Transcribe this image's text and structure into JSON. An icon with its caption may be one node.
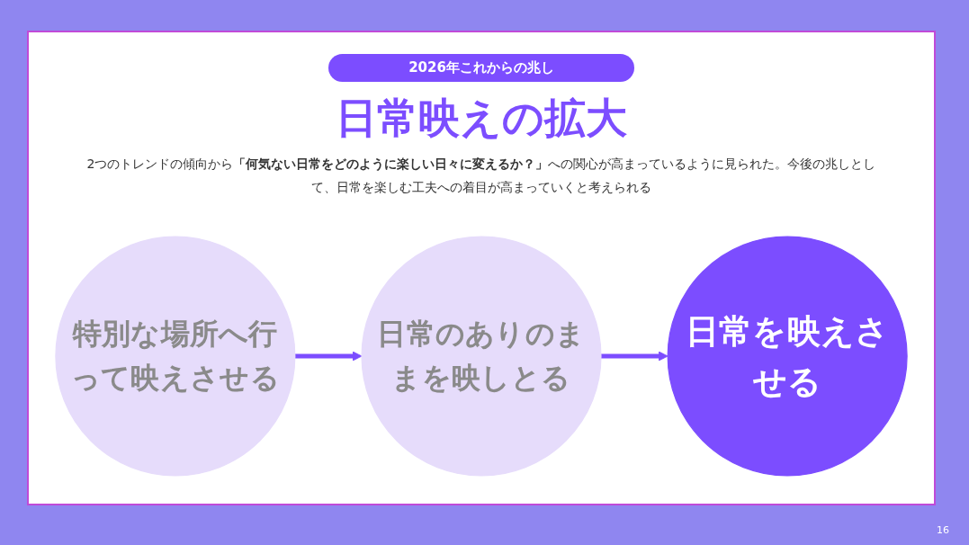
{
  "diagram": {
    "title": "日常映えの拡大",
    "nodes": [
      {
        "text": [
          "特別な場所へ行って映えさせる"
        ]
      },
      {
        "text": [
          "日常のありのままを映しとる"
        ]
      },
      {
        "text": [
          "日常を映えさせる"
        ]
      }
    ],
    "edges": [
      {
        "from": 0,
        "to": 1,
        "arrow": "to"
      },
      {
        "from": 1,
        "to": 2,
        "arrow": "to"
      }
    ],
    "labels": [
      "2026年これからの兆し",
      "2つのトレンドの傾向から**「何気ない日常をどのように楽しい日々に変えるか？」**への関心が高まっているように見られた。今後の兆しとして、日常を楽しむ工夫への着目が高まっていくと考えられる",
      "16"
    ]
  }
}
